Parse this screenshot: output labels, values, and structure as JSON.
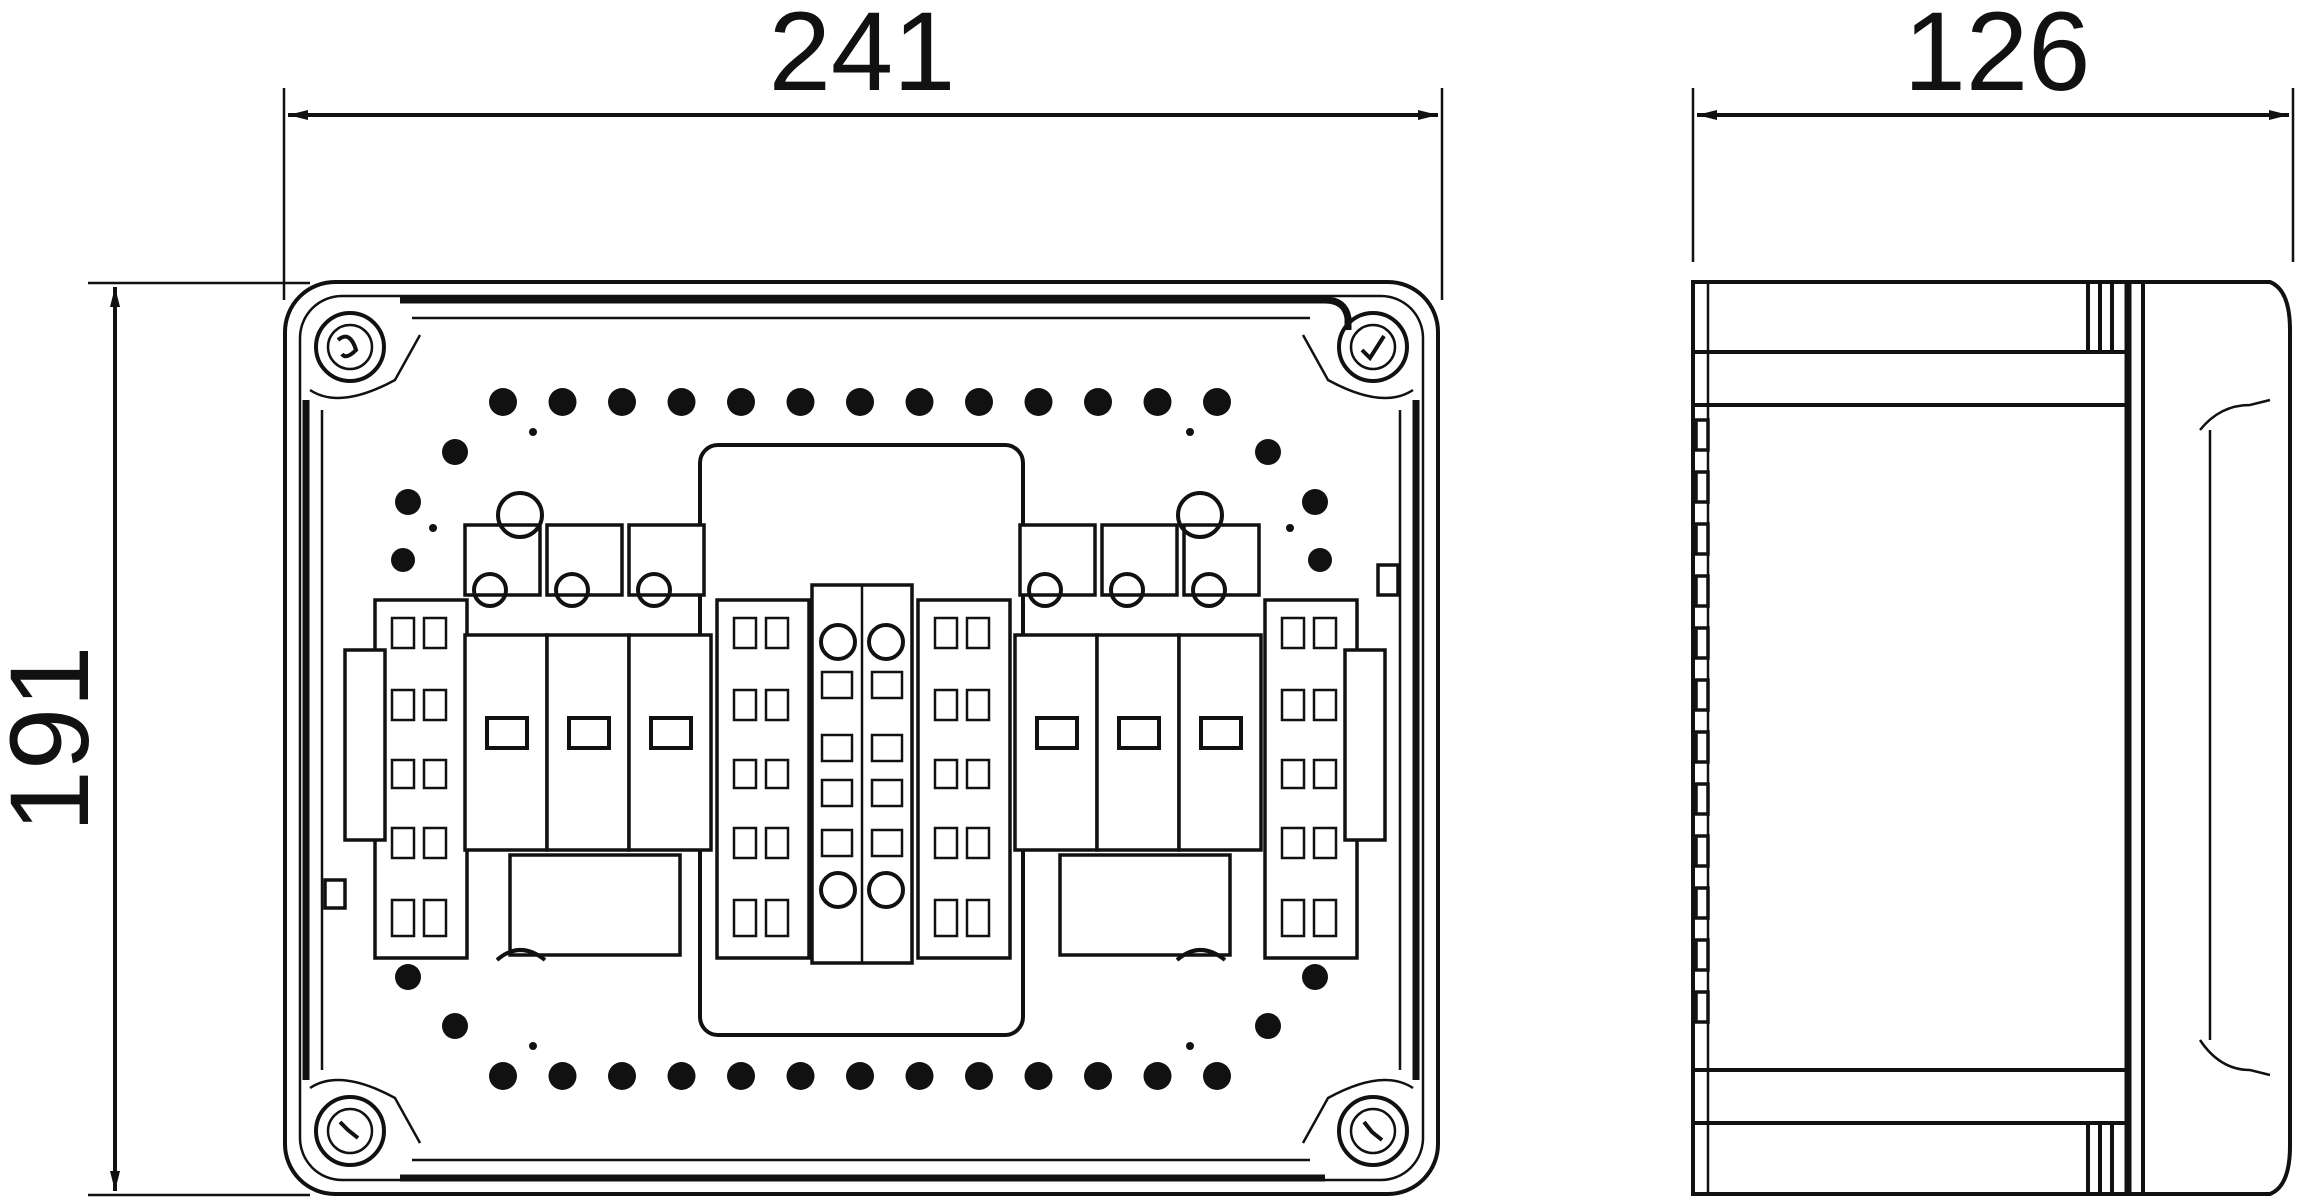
{
  "dimensions": {
    "width": "241",
    "depth": "126",
    "height": "191"
  }
}
